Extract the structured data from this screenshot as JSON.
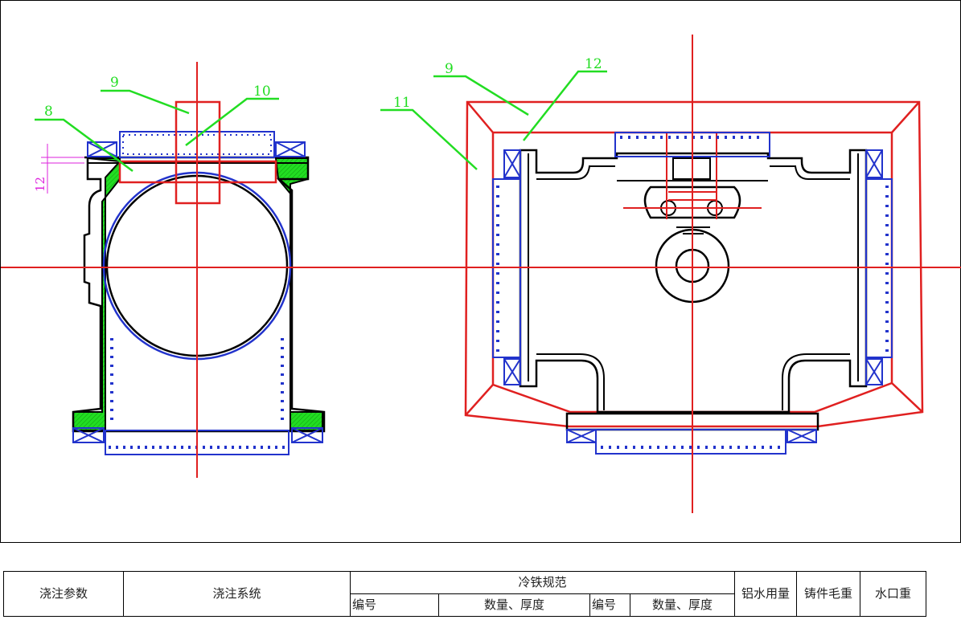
{
  "drawing": {
    "labels": {
      "left_8": "8",
      "left_9": "9",
      "left_10": "10",
      "right_9": "9",
      "right_11": "11",
      "right_12": "12"
    },
    "dimension": "12"
  },
  "table": {
    "pour_params": "浇注参数",
    "pour_system": "浇注系统",
    "chill_spec": "冷铁规范",
    "col_number_1": "编号",
    "col_qty_thickness_1": "数量、厚度",
    "col_number_2": "编号",
    "col_qty_thickness_2": "数量、厚度",
    "aluminum_usage": "铝水用量",
    "casting_gross_weight": "铸件毛重",
    "gate_weight": "水口重"
  },
  "colors": {
    "outline": "#000000",
    "red": "#e02020",
    "blue": "#2233cc",
    "green": "#22dd22",
    "magenta": "#dd22dd"
  }
}
